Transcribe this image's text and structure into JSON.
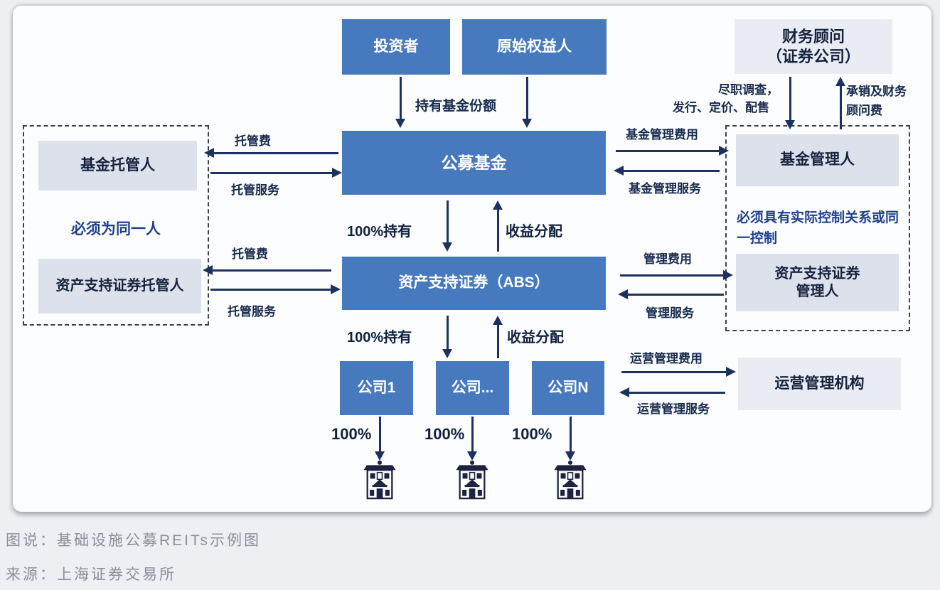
{
  "nodes": {
    "investor": "投资者",
    "original_holder": "原始权益人",
    "financial_advisor_l1": "财务顾问",
    "financial_advisor_l2": "（证券公司）",
    "public_fund": "公募基金",
    "fund_custodian": "基金托管人",
    "same_person_note": "必须为同一人",
    "abs_custodian": "资产支持证券托管人",
    "fund_manager": "基金管理人",
    "control_note": "必须具有实际控制关系或同一控制",
    "abs_manager_l1": "资产支持证券",
    "abs_manager_l2": "管理人",
    "abs": "资产支持证券（ABS）",
    "company_1": "公司1",
    "company_mid": "公司...",
    "company_n": "公司N",
    "operation_manager": "运营管理机构"
  },
  "edges": {
    "hold_fund_shares": "持有基金份额",
    "custody_fee_top": "托管费",
    "custody_service_top": "托管服务",
    "custody_fee_bottom": "托管费",
    "custody_service_bottom": "托管服务",
    "fund_mgmt_fee": "基金管理费用",
    "fund_mgmt_service": "基金管理服务",
    "pct_hold_upper": "100%持有",
    "income_dist_upper": "收益分配",
    "mgmt_fee": "管理费用",
    "mgmt_service": "管理服务",
    "pct_hold_lower": "100%持有",
    "income_dist_lower": "收益分配",
    "due_diligence_l1": "尽职调查，",
    "due_diligence_l2": "发行、定价、配售",
    "underwriting_l1": "承销及财务",
    "underwriting_l2": "顾问费",
    "op_fee": "运营管理费用",
    "op_service": "运营管理服务",
    "pct_1": "100%",
    "pct_2": "100%",
    "pct_3": "100%"
  },
  "icons": {
    "building": "building-icon"
  },
  "footer": {
    "caption": "图说：基础设施公募REITs示例图",
    "source": "来源：上海证券交易所"
  },
  "colors": {
    "primary_blue": "#4679bd",
    "light_box": "#dde1eb",
    "lighter_box": "#e9ecf3",
    "arrow_navy": "#1d3160",
    "note_blue": "#1e3e8f",
    "caption_gray": "#8d8e99"
  }
}
